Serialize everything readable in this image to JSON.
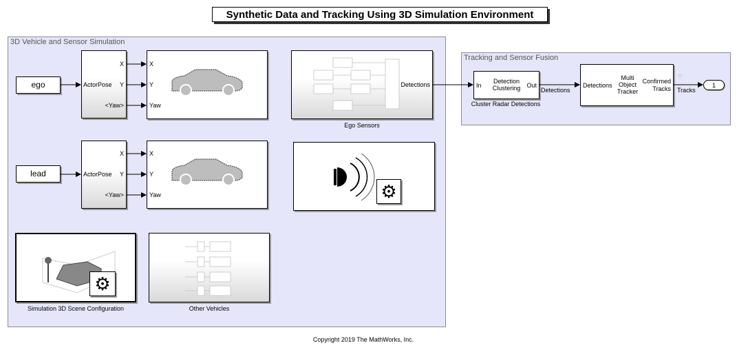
{
  "title": "Synthetic Data and Tracking Using 3D Simulation Environment",
  "area_sim": {
    "title": "3D Vehicle and Sensor Simulation"
  },
  "area_track": {
    "title": "Tracking and Sensor Fusion"
  },
  "ego": {
    "label": "ego",
    "bus_in": "ActorPose",
    "bus_out": [
      "X",
      "Y",
      "<Yaw>"
    ],
    "vehicle_in": [
      "X",
      "Y",
      "Yaw"
    ]
  },
  "lead": {
    "label": "lead",
    "bus_in": "ActorPose",
    "bus_out": [
      "X",
      "Y",
      "<Yaw>"
    ],
    "vehicle_in": [
      "X",
      "Y",
      "Yaw"
    ]
  },
  "ego_sensors": {
    "name": "Ego Sensors",
    "out": "Detections"
  },
  "scene_config": {
    "name": "Simulation 3D Scene Configuration"
  },
  "other_vehicles": {
    "name": "Other Vehicles"
  },
  "cluster": {
    "name": "Cluster Radar Detections",
    "in": "In",
    "out": "Out",
    "body": "Detection Clustering"
  },
  "tracker": {
    "in": "Detections",
    "body": "Multi Object Tracker",
    "out": "Confirmed Tracks"
  },
  "signals": {
    "detections": "Detections",
    "tracks": "Tracks"
  },
  "outport": {
    "label": "1"
  },
  "copyright": "Copyright 2019 The MathWorks, Inc."
}
